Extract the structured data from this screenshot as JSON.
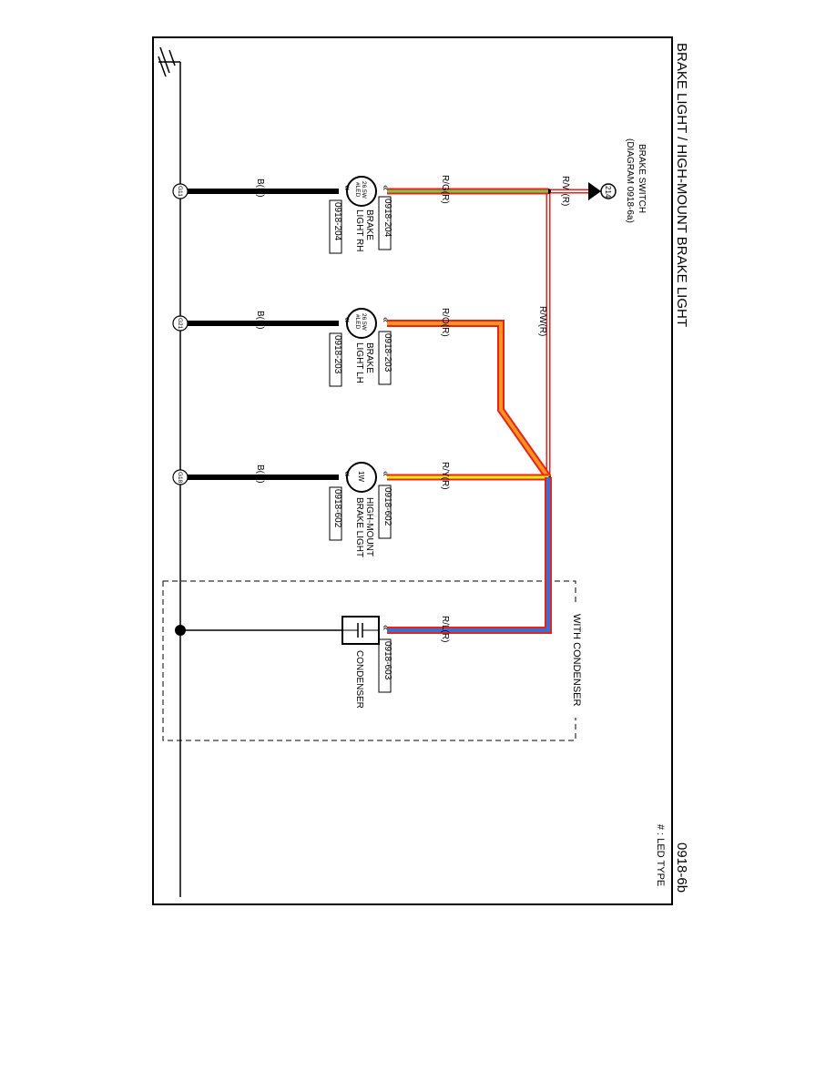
{
  "title": "BRAKE LIGHT / HIGH-MOUNT BRAKE LIGHT",
  "diagram_no": "0918-6b",
  "legend_note": "# : LED TYPE",
  "switch": {
    "name": "BRAKE SWITCH",
    "ref": "(DIAGRAM 0918-6a)",
    "pin": "214",
    "wire": "R/W(R)"
  },
  "bus_wire": "R/W(R)",
  "branches": [
    {
      "key": "rh",
      "wire": "R/G(R)",
      "colors": [
        "#e8231c",
        "#7ac943"
      ],
      "component_line1": "BRAKE",
      "component_line2": "LIGHT RH",
      "rating": "26.5W",
      "rating2": "#LED",
      "connector_a": "0918-204",
      "connector_b": "0918-204",
      "ground_wire": "B(R)",
      "ground": "G11"
    },
    {
      "key": "lh",
      "wire": "R/O(R)",
      "colors": [
        "#e8231c",
        "#f7941d"
      ],
      "component_line1": "BRAKE",
      "component_line2": "LIGHT LH",
      "rating": "26.5W",
      "rating2": "#LED",
      "connector_a": "0918-203",
      "connector_b": "0918-203",
      "ground_wire": "B(R)",
      "ground": "G21"
    },
    {
      "key": "hm",
      "wire": "R/Y(R)",
      "colors": [
        "#e8231c",
        "#fff200"
      ],
      "component_line1": "HIGH-MOUNT",
      "component_line2": "BRAKE LIGHT",
      "rating": "1W",
      "rating2": "",
      "connector_a": "0918-602",
      "connector_b": "0918-602",
      "ground_wire": "B(R)",
      "ground": "G18"
    }
  ],
  "condenser": {
    "section_label": "WITH CONDENSER",
    "wire": "R/L(R)",
    "colors": [
      "#e8231c",
      "#3a6fd8"
    ],
    "name": "CONDENSER",
    "connector": "0918-603"
  },
  "wire_colors": {
    "black": "#000000",
    "red": "#e8231c",
    "white": "#ffffff"
  }
}
